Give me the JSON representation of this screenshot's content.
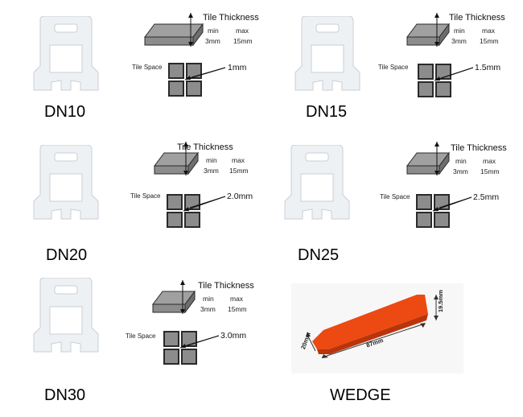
{
  "colors": {
    "clip_body": "#eef1f4",
    "clip_edge": "#c9cfd6",
    "tile_fill": "#8c8c8c",
    "tile_stroke": "#2a2a2a",
    "wedge": "#ec4a12",
    "wedge_shadow": "#b9340a"
  },
  "icons": [
    "leveling-clip-icon",
    "tile-block-icon",
    "tile-grid-icon",
    "wedge-icon"
  ],
  "diagram_labels": {
    "tile_thickness": "Tile Thickness",
    "min_label": "min",
    "max_label": "max",
    "min_value": "3mm",
    "max_value": "15mm",
    "tile_space": "Tile Space"
  },
  "products": [
    {
      "model": "DN10",
      "gap": "1mm"
    },
    {
      "model": "DN15",
      "gap": "1.5mm"
    },
    {
      "model": "DN20",
      "gap": "2.0mm"
    },
    {
      "model": "DN25",
      "gap": "2.5mm"
    },
    {
      "model": "DN30",
      "gap": "3.0mm"
    }
  ],
  "wedge": {
    "label": "WEDGE",
    "length": "87mm",
    "height": "19.5mm",
    "width": "20mm"
  }
}
